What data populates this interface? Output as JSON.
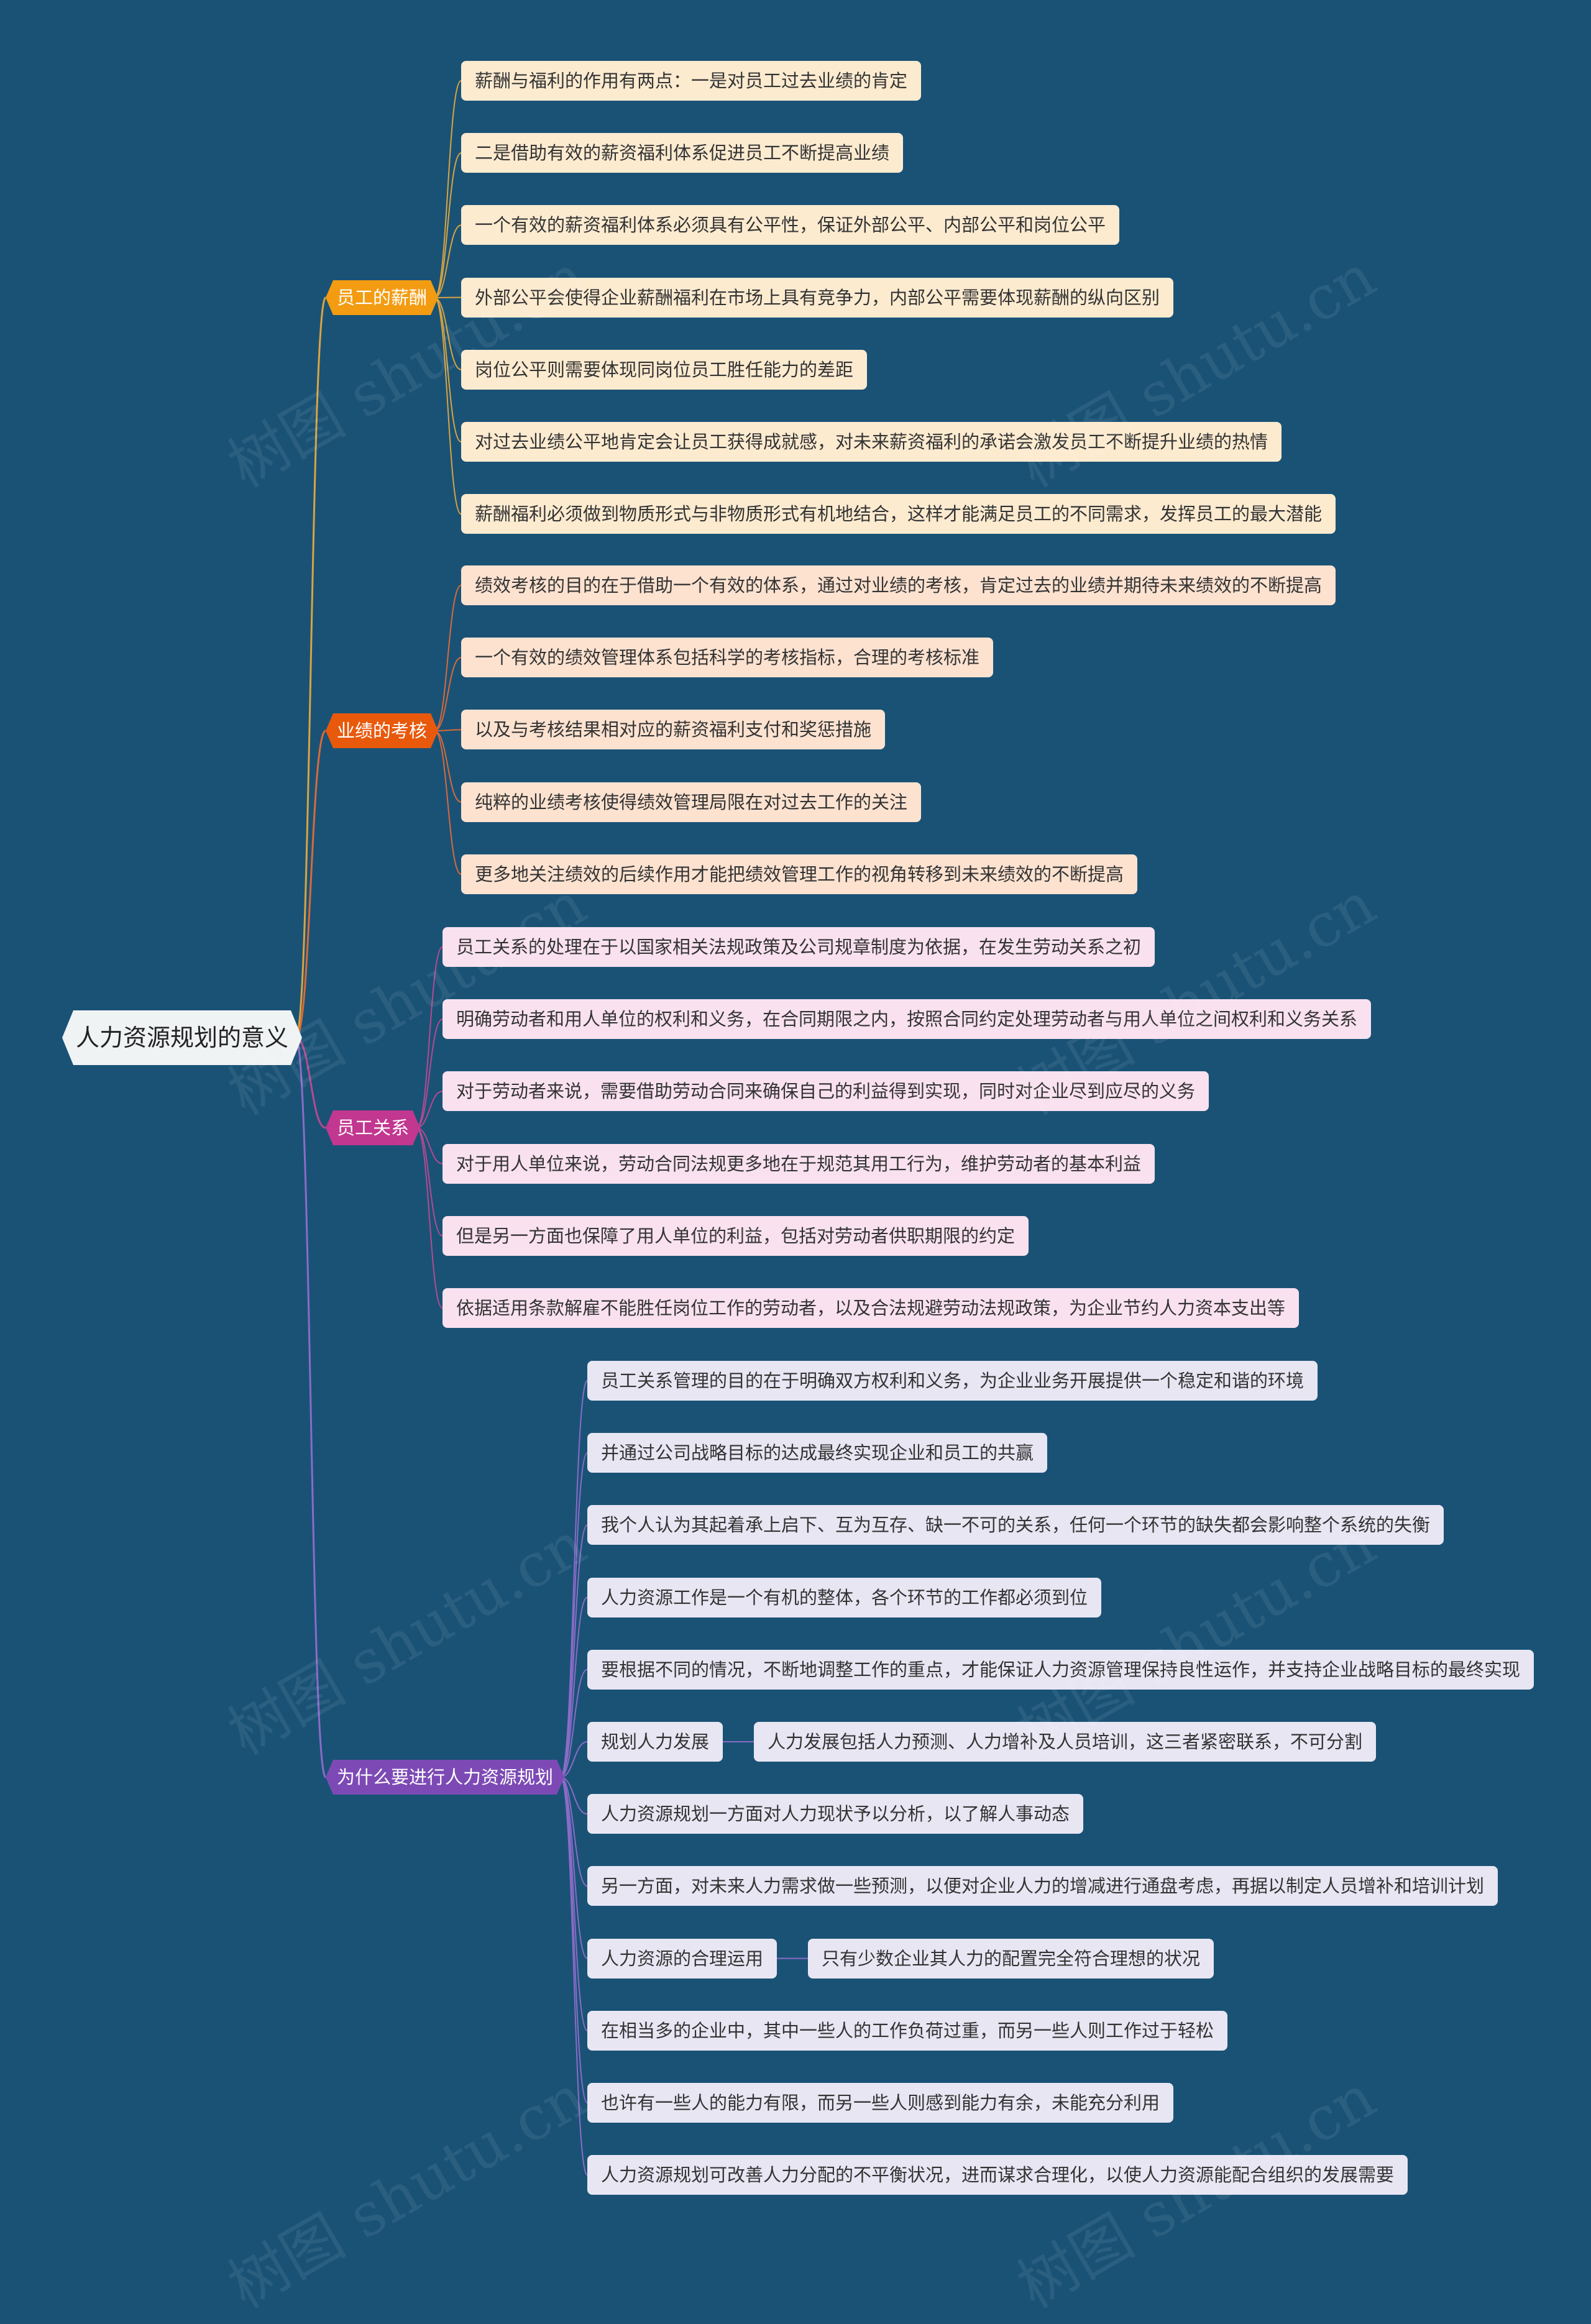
{
  "root": {
    "label": "人力资源规划的意义"
  },
  "colors": {
    "background": "#1a5276",
    "branch1": "#f39c12",
    "branch2": "#e8590c",
    "branch3": "#c2378f",
    "branch4": "#7d4ab5",
    "leaf1": "#fdebd0",
    "leaf2": "#fde2d0",
    "leaf3": "#f9e1ef",
    "leaf4": "#e8e6f3"
  },
  "branches": [
    {
      "label": "员工的薪酬",
      "items": [
        "薪酬与福利的作用有两点：一是对员工过去业绩的肯定",
        "二是借助有效的薪资福利体系促进员工不断提高业绩",
        "一个有效的薪资福利体系必须具有公平性，保证外部公平、内部公平和岗位公平",
        "外部公平会使得企业薪酬福利在市场上具有竞争力，内部公平需要体现薪酬的纵向区别",
        "岗位公平则需要体现同岗位员工胜任能力的差距",
        "对过去业绩公平地肯定会让员工获得成就感，对未来薪资福利的承诺会激发员工不断提升业绩的热情",
        "薪酬福利必须做到物质形式与非物质形式有机地结合，这样才能满足员工的不同需求，发挥员工的最大潜能"
      ]
    },
    {
      "label": "业绩的考核",
      "items": [
        "绩效考核的目的在于借助一个有效的体系，通过对业绩的考核，肯定过去的业绩并期待未来绩效的不断提高",
        "一个有效的绩效管理体系包括科学的考核指标，合理的考核标准",
        "以及与考核结果相对应的薪资福利支付和奖惩措施",
        "纯粹的业绩考核使得绩效管理局限在对过去工作的关注",
        "更多地关注绩效的后续作用才能把绩效管理工作的视角转移到未来绩效的不断提高"
      ]
    },
    {
      "label": "员工关系",
      "items": [
        "员工关系的处理在于以国家相关法规政策及公司规章制度为依据，在发生劳动关系之初",
        "明确劳动者和用人单位的权利和义务，在合同期限之内，按照合同约定处理劳动者与用人单位之间权利和义务关系",
        "对于劳动者来说，需要借助劳动合同来确保自己的利益得到实现，同时对企业尽到应尽的义务",
        "对于用人单位来说，劳动合同法规更多地在于规范其用工行为，维护劳动者的基本利益",
        "但是另一方面也保障了用人单位的利益，包括对劳动者供职期限的约定",
        "依据适用条款解雇不能胜任岗位工作的劳动者，以及合法规避劳动法规政策，为企业节约人力资本支出等"
      ]
    },
    {
      "label": "为什么要进行人力资源规划",
      "items": [
        "员工关系管理的目的在于明确双方权利和义务，为企业业务开展提供一个稳定和谐的环境",
        "并通过公司战略目标的达成最终实现企业和员工的共赢",
        "我个人认为其起着承上启下、互为互存、缺一不可的关系，任何一个环节的缺失都会影响整个系统的失衡",
        "人力资源工作是一个有机的整体，各个环节的工作都必须到位",
        "要根据不同的情况，不断地调整工作的重点，才能保证人力资源管理保持良性运作，并支持企业战略目标的最终实现",
        "规划人力发展",
        "人力资源规划一方面对人力现状予以分析，以了解人事动态",
        "另一方面，对未来人力需求做一些预测，以便对企业人力的增减进行通盘考虑，再据以制定人员增补和培训计划",
        "人力资源的合理运用",
        "在相当多的企业中，其中一些人的工作负荷过重，而另一些人则工作过于轻松",
        "也许有一些人的能力有限，而另一些人则感到能力有余，未能充分利用",
        "人力资源规划可改善人力分配的不平衡状况，进而谋求合理化，以使人力资源能配合组织的发展需要"
      ],
      "sub": {
        "5": "人力发展包括人力预测、人力增补及人员培训，这三者紧密联系，不可分割",
        "8": "只有少数企业其人力的配置完全符合理想的状况"
      }
    }
  ],
  "watermark": "树图 shutu.cn"
}
